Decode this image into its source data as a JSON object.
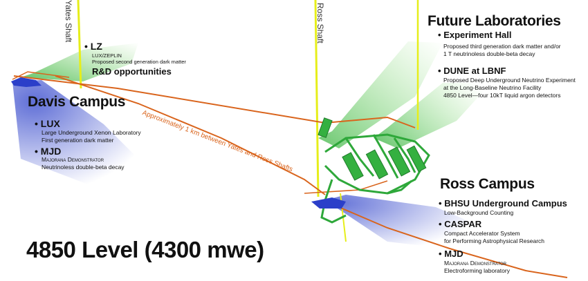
{
  "title": "4850 Level (4300 mwe)",
  "shafts": {
    "yates": "Yates Shaft",
    "ross": "Ross Shaft"
  },
  "distance_label": "Approximately 1 km between Yates and Ross Shafts",
  "lz": {
    "name": "LZ",
    "sub": "LUX/ZEPLIN",
    "desc": "Proposed second generation dark matter",
    "rd": "R&D opportunities"
  },
  "davis": {
    "heading": "Davis Campus",
    "lux_name": "LUX",
    "lux_line1": "Large Underground Xenon Laboratory",
    "lux_line2": "First generation dark matter",
    "mjd_name": "MJD",
    "mjd_sub": "Majorana Demonstrator",
    "mjd_desc": "Neutrinoless double-beta decay"
  },
  "future": {
    "heading": "Future Laboratories",
    "hall_name": "Experiment Hall",
    "hall_line1": "Proposed third generation dark matter and/or",
    "hall_line2": "1 T neutrinoless double-beta decay",
    "dune_name": "DUNE at LBNF",
    "dune_line1": "Proposed Deep Underground Neutrino Experiment",
    "dune_line2": "at the Long-Baseline Neutrino Facility",
    "dune_line3": "4850 Level—four 10kT liquid argon detectors"
  },
  "ross": {
    "heading": "Ross Campus",
    "bhsu_name": "BHSU Underground Campus",
    "bhsu_desc": "Low-Background Counting",
    "caspar_name": "CASPAR",
    "caspar_line1": "Compact Accelerator System",
    "caspar_line2": "for Performing Astrophysical Research",
    "mjd_name": "MJD",
    "mjd_sub": "Majorana Demonstrator",
    "mjd_desc": "Electroforming laboratory"
  },
  "bullet": "•",
  "colors": {
    "shaft": "#e6ee1a",
    "tunnel": "#d9641c",
    "new_tunnel": "#2ea83a",
    "glow_green": "#7fd36a",
    "glow_blue": "#5b67b8",
    "lab_blue": "#2b3fc9"
  }
}
